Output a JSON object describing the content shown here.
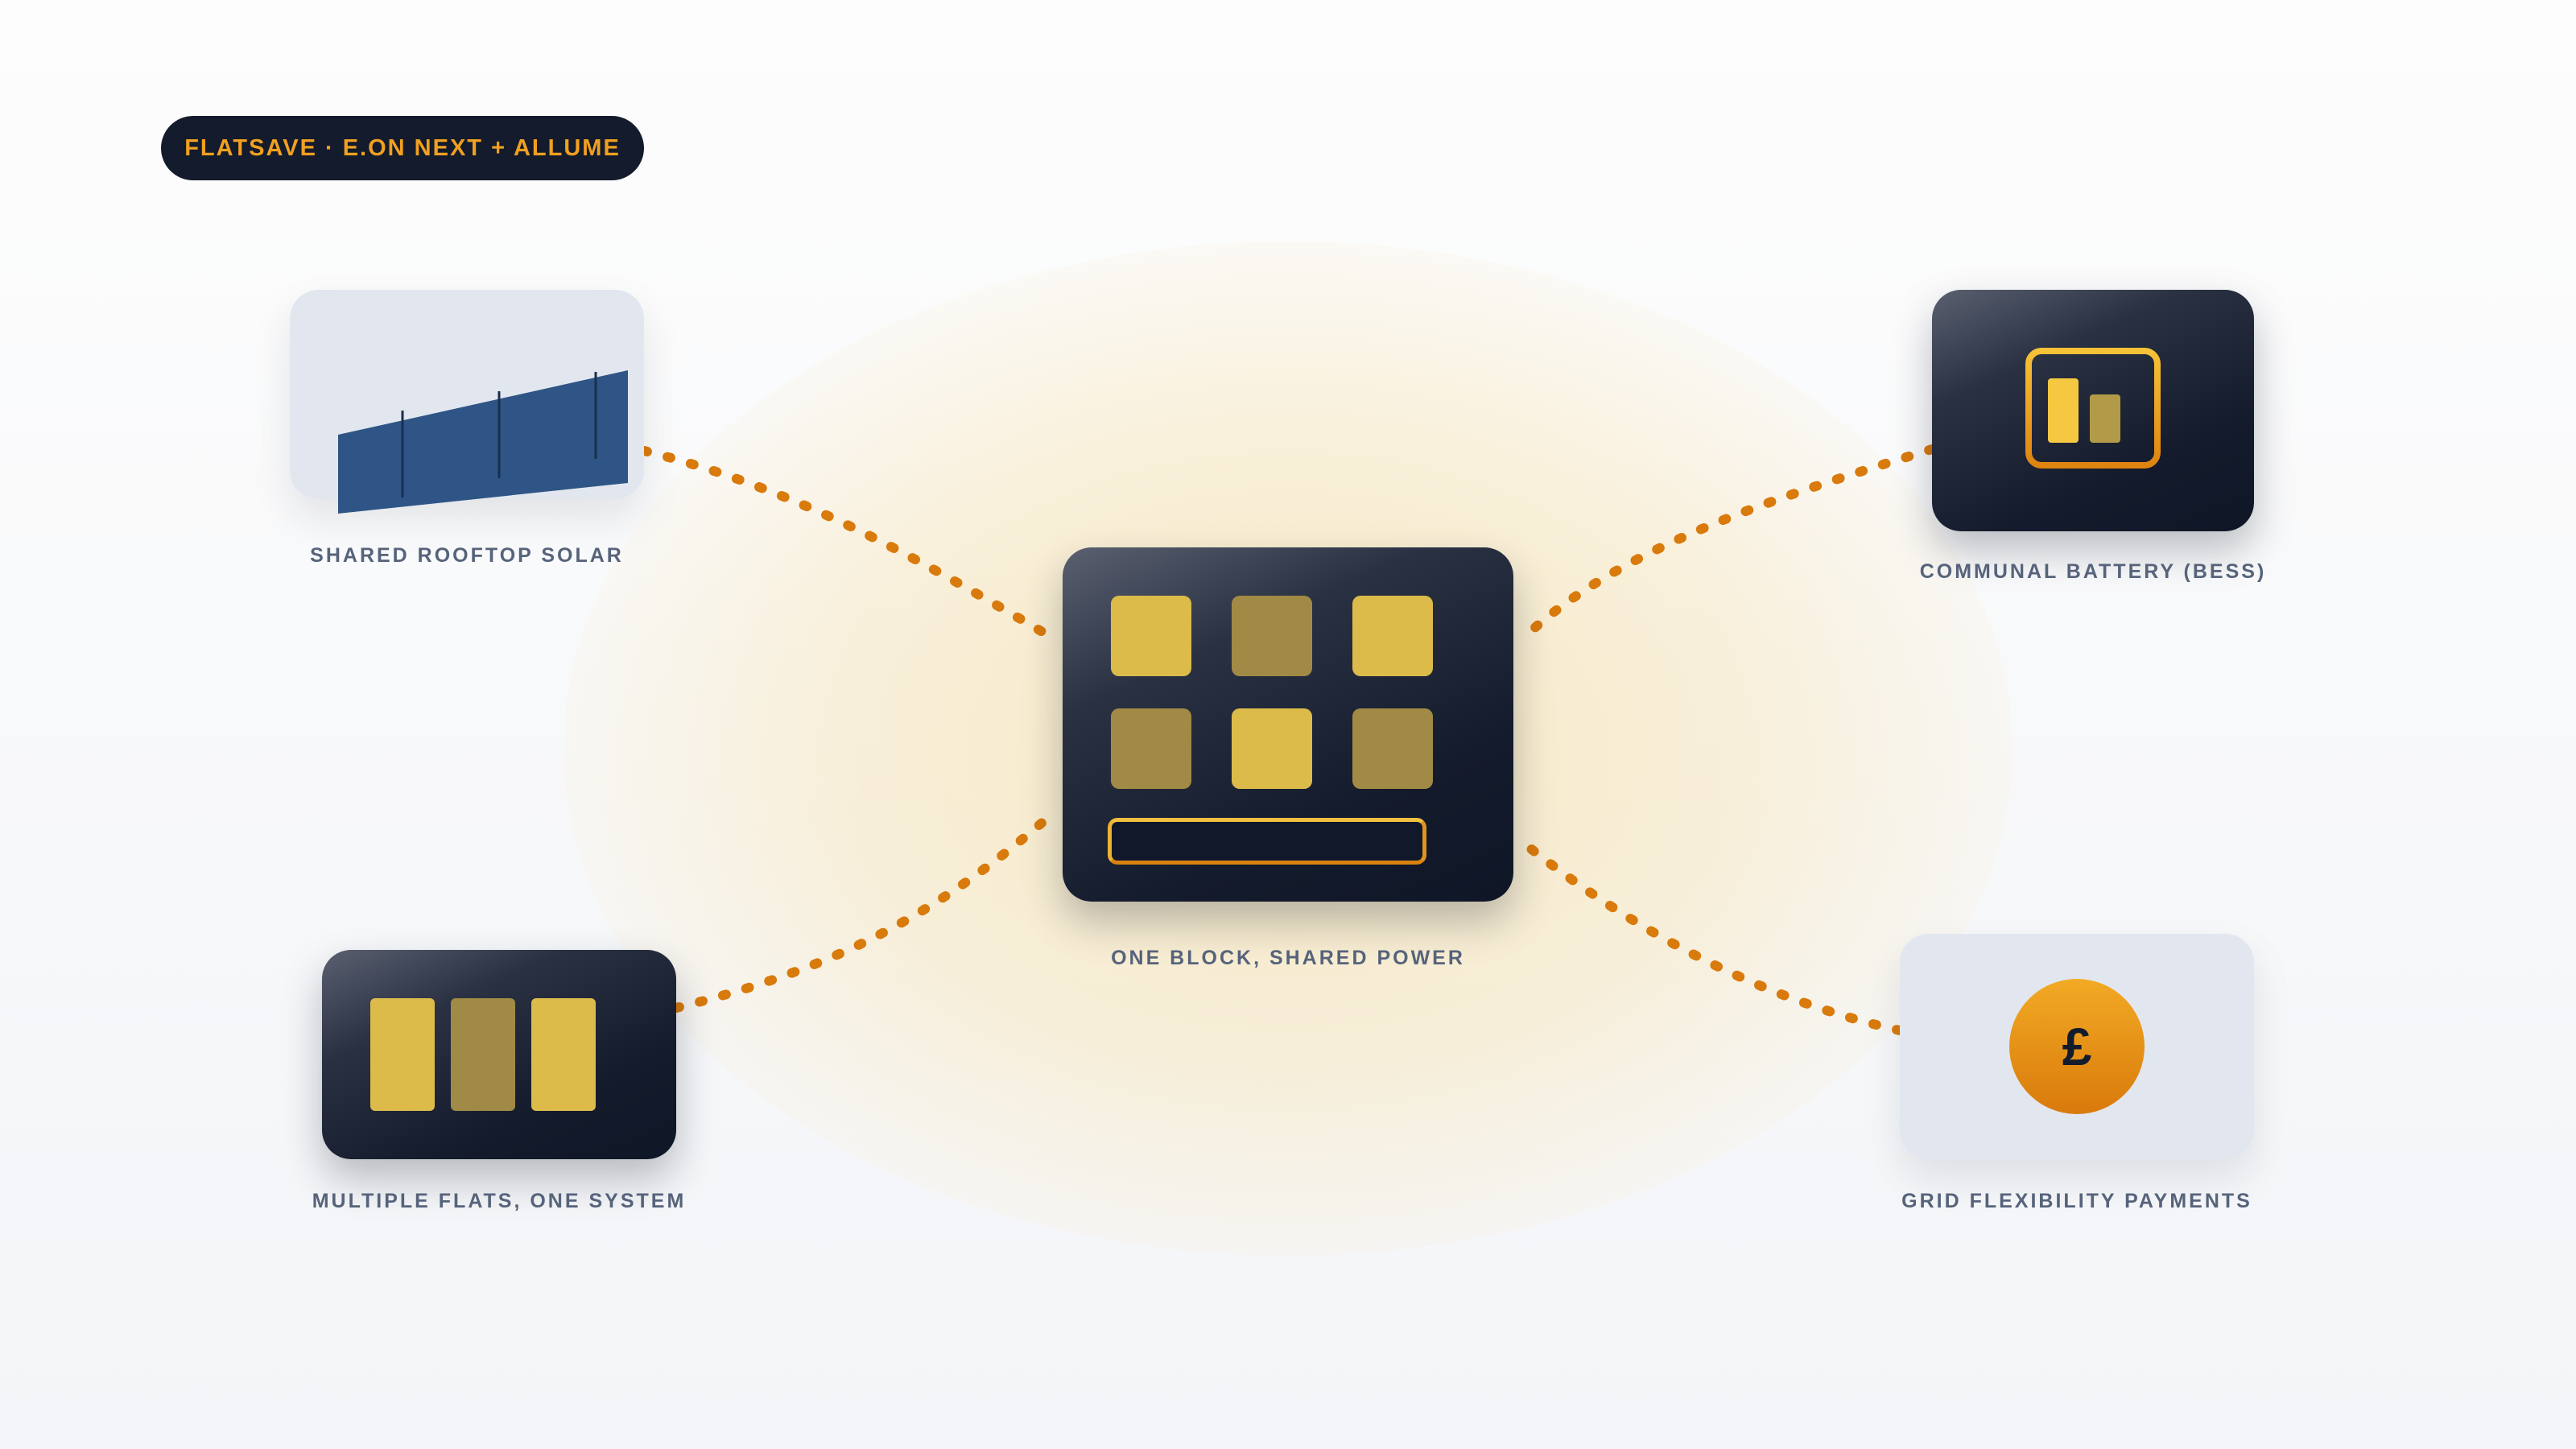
{
  "header": {
    "badge": "FLATSAVE · E.ON NEXT + ALLUME"
  },
  "nodes": {
    "solar": {
      "label": "SHARED ROOFTOP SOLAR"
    },
    "flats": {
      "label": "MULTIPLE FLATS, ONE SYSTEM"
    },
    "hub": {
      "label": "ONE BLOCK, SHARED POWER"
    },
    "battery": {
      "label": "COMMUNAL BATTERY (BESS)"
    },
    "payments": {
      "label": "GRID FLEXIBILITY PAYMENTS",
      "symbol": "£"
    }
  },
  "colors": {
    "accent": "#f0a020",
    "connector": "#d97a0c",
    "dark": "#131b2c",
    "label": "#56637b"
  }
}
